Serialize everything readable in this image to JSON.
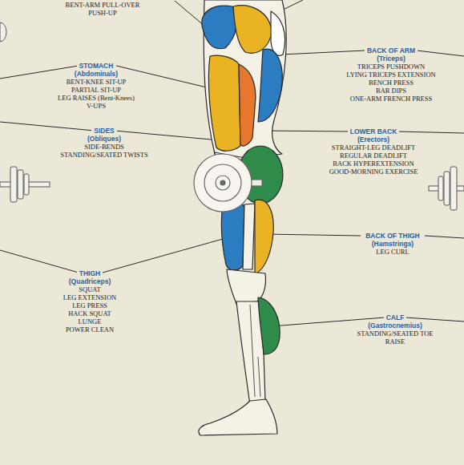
{
  "diagram": {
    "labels": [
      "BENT-ARM PULL-OVER",
      "PUSH-UP",
      "STOMACH",
      "(Abdominals)",
      "BENT-KNEE SIT-UP",
      "PARTIAL SIT-UP",
      "LEG RAISES (Bent-Knees)",
      "V-UPS",
      "SIDES",
      "(Obliques)",
      "SIDE-BENDS",
      "STANDING/SEATED TWISTS",
      "THIGH",
      "(Quadriceps)",
      "SQUAT",
      "LEG EXTENSION",
      "LEG PRESS",
      "HACK SQUAT",
      "LUNGE",
      "POWER CLEAN",
      "BACK OF ARM",
      "(Triceps)",
      "TRICEPS PUSHDOWN",
      "LYING TRICEPS EXTENSION",
      "BENCH PRESS",
      "BAR DIPS",
      "ONE-ARM FRENCH PRESS",
      "LOWER BACK",
      "(Erectors)",
      "STRAIGHT-LEG DEADLIFT",
      "REGULAR DEADLIFT",
      "BACK HYPEREXTENSION",
      "GOOD-MORNING EXERCISE",
      "BACK OF THIGH",
      "(Hamstrings)",
      "LEG CURL",
      "CALF",
      "(Gastrocnemius)",
      "STANDING/SEATED TOE RAISE"
    ]
  }
}
